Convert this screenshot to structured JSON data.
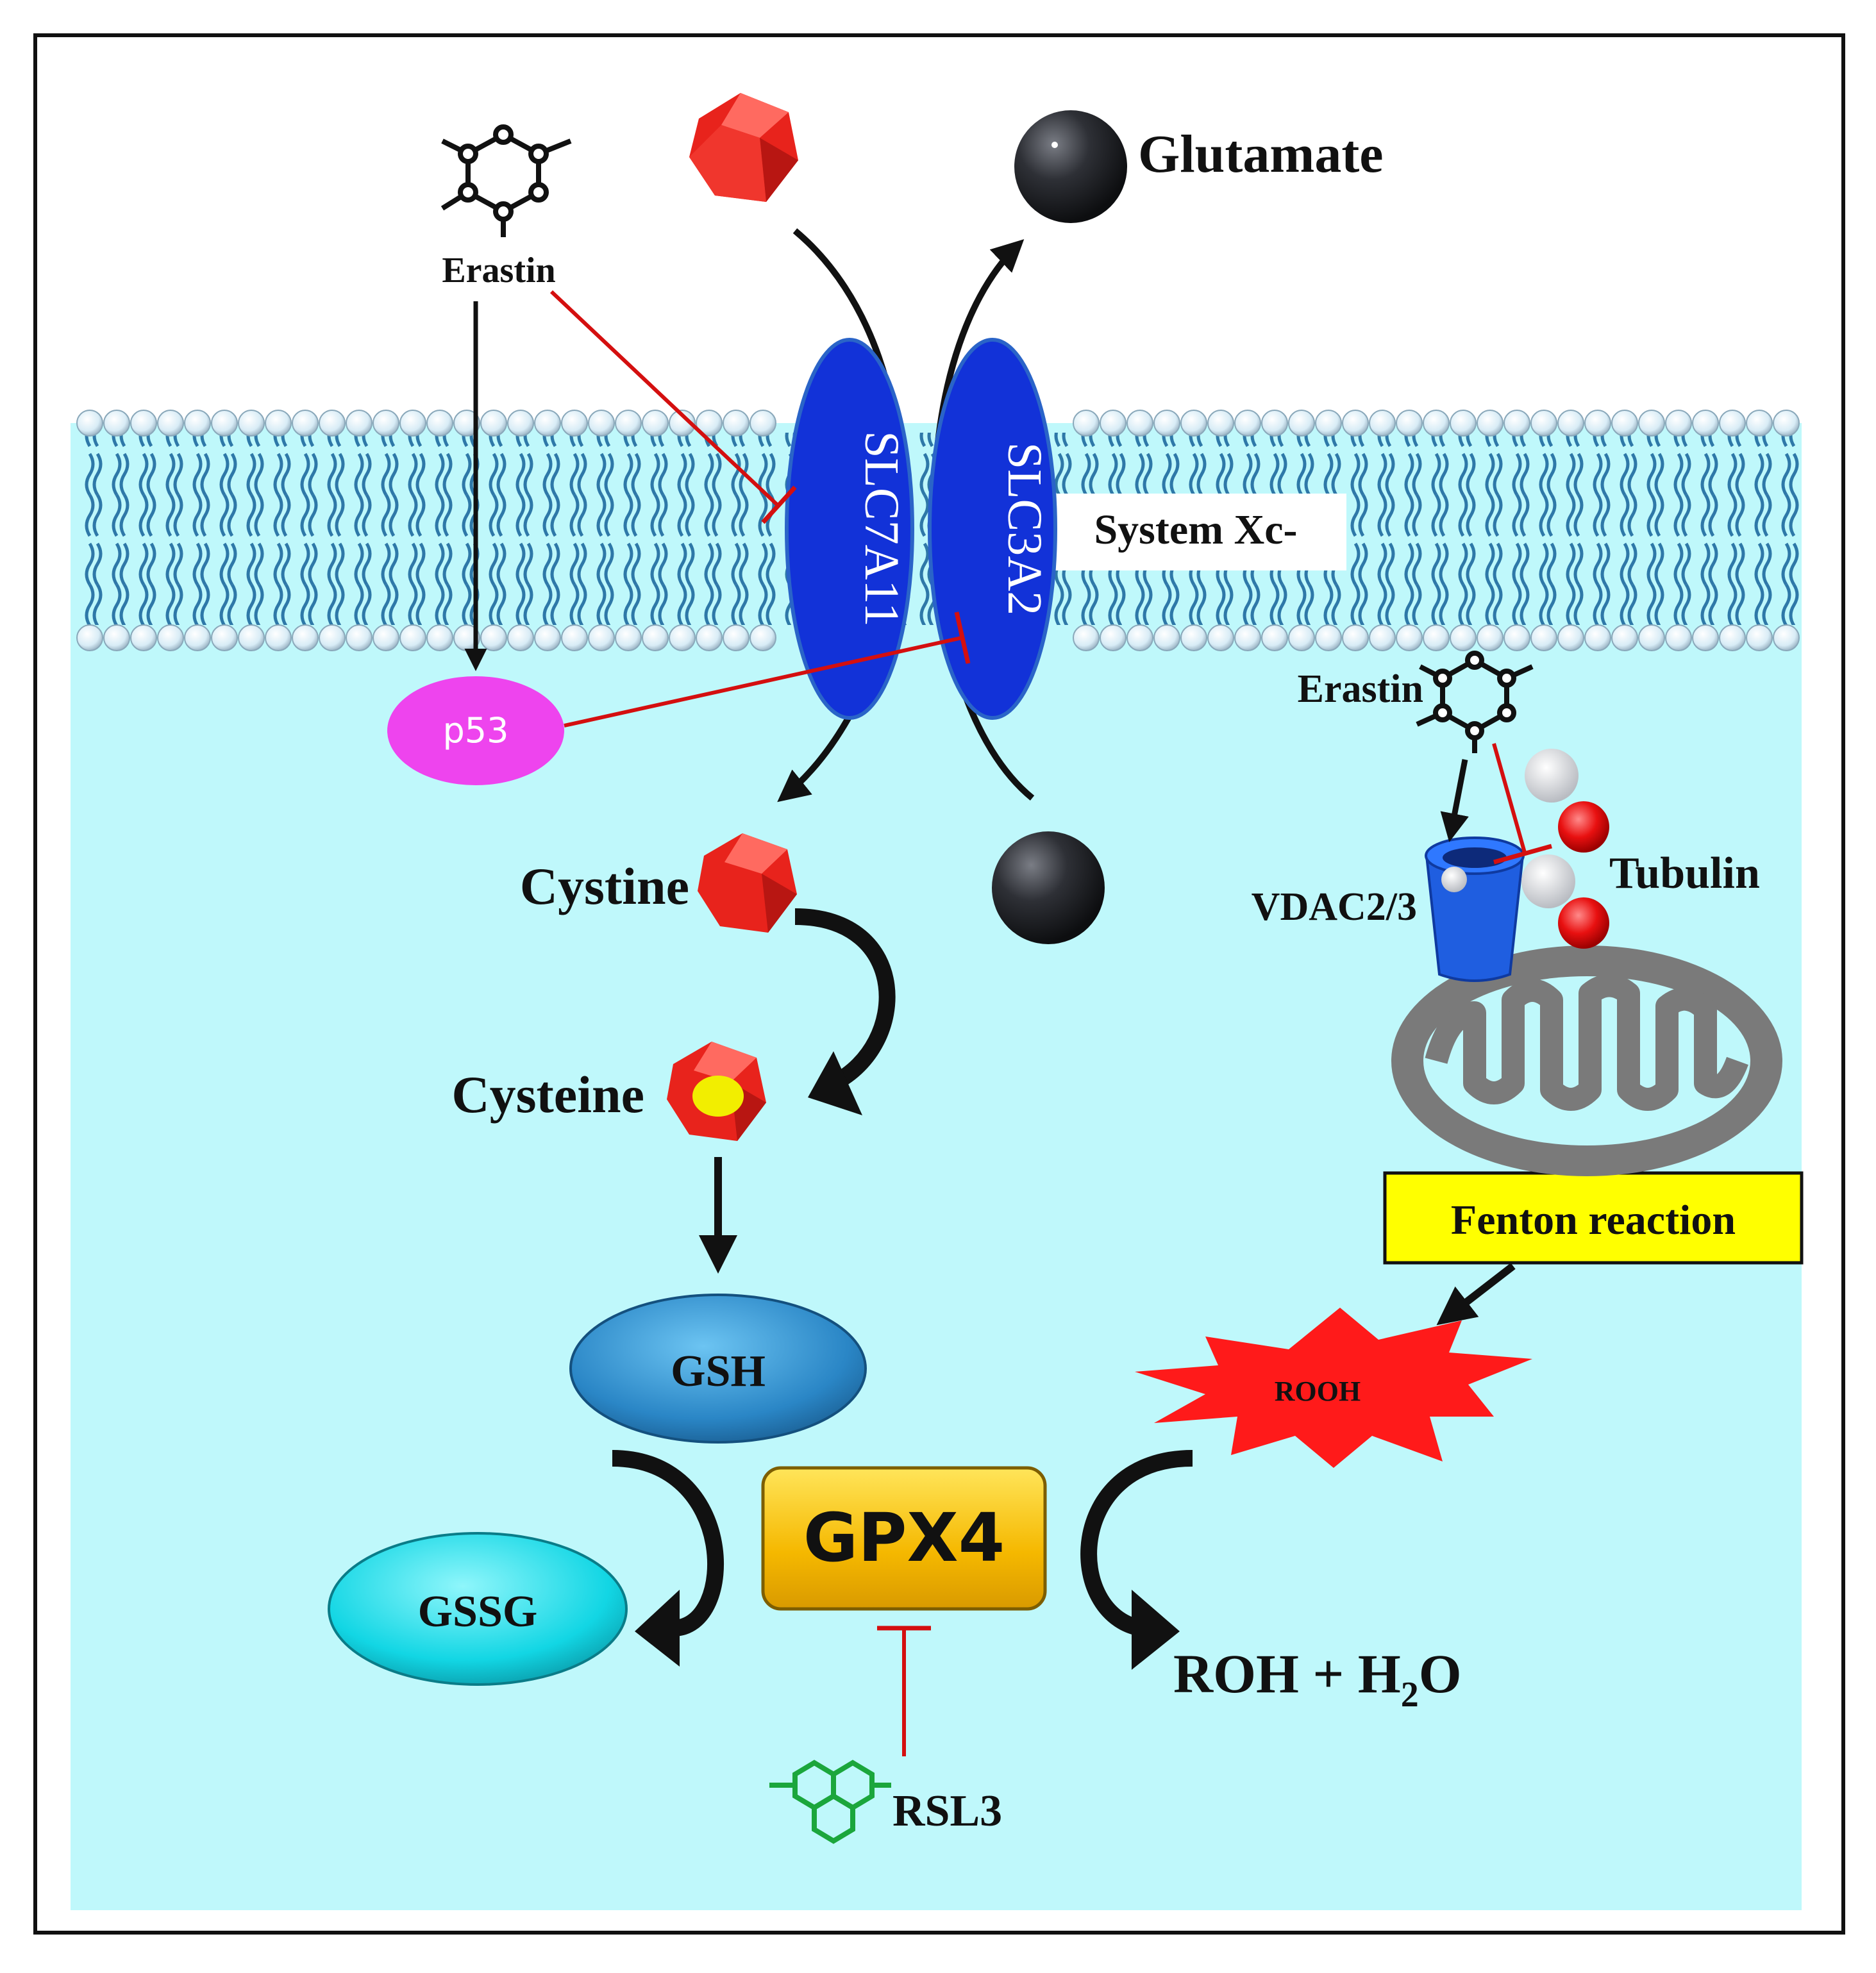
{
  "labels": {
    "glutamate": "Glutamate",
    "erastin_top": "Erastin",
    "erastin_right": "Erastin",
    "slc7a11": "SLC7A11",
    "slc3a2": "SLC3A2",
    "system_xc": "System Xc-",
    "p53": "p53",
    "cystine": "Cystine",
    "cysteine": "Cysteine",
    "vdac": "VDAC2/3",
    "tubulin": "Tubulin",
    "fenton": "Fenton reaction",
    "rooh": "ROOH",
    "gsh": "GSH",
    "gssg": "GSSG",
    "gpx4": "GPX4",
    "roh_h2o": "ROH + H",
    "roh_sub": "2",
    "roh_o": "O",
    "rsl3": "RSL3"
  },
  "colors": {
    "cytoplasm": "#bff8fb",
    "transporter": "#1232d8",
    "p53": "#ee44ee",
    "cystine_cube": "#e8231c",
    "glutamate_ball": "#2a2c30",
    "inhibition": "#d40f0f",
    "gsh": "#2f8fcf",
    "gssg": "#12d8e4",
    "gpx4": "#f7c00a",
    "fenton_box": "#ffff00",
    "rooh_burst": "#ff1a1a",
    "mitochondrion": "#7a7a7a",
    "vdac": "#1f5ee0",
    "rsl3": "#1ba63c"
  },
  "icons": [
    "erastin-molecule-icon",
    "rsl3-molecule-icon",
    "cystine-cube-icon",
    "glutamate-ball-icon",
    "mitochondrion-icon",
    "vdac-channel-icon",
    "tubulin-dimer-icon"
  ]
}
